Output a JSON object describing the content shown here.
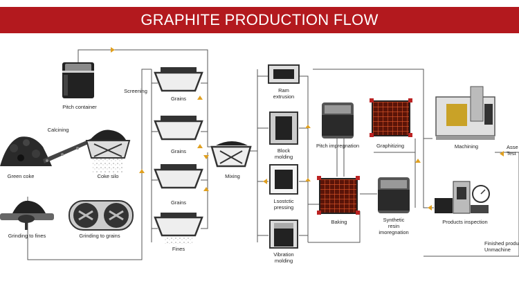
{
  "title": "GRAPHITE PRODUCTION FLOW",
  "colors": {
    "banner": "#b3191e",
    "banner_text": "#ffffff",
    "line": "#555555",
    "arrow": "#e0a020",
    "equipment": "#333333",
    "furnace": "#8a1f12",
    "glow": "#e0562a"
  },
  "labels": {
    "pitch_container": "Pitch container",
    "calcining": "Calcining",
    "green_coke": "Green coke",
    "coke_silo": "Coke silo",
    "grinding_fines": "Grinding to fines",
    "grinding_grains": "Grinding to grains",
    "screening": "Screening",
    "grains1": "Grains",
    "grains2": "Grains",
    "grains3": "Grains",
    "fines": "Fines",
    "mixing": "Mixing",
    "ram_extrusion": "Ram\nextrusion",
    "block_molding": "Block\nmolding",
    "isostatic_pressing": "Lsostctic\npressing",
    "vibration_molding": "Vibration\nmolding",
    "pitch_impregnation": "Pitch impregnation",
    "graphitizing": "Graphitizing",
    "baking": "Baking",
    "synthetic_resin": "Synthetic\nresin\nimoregnation",
    "machining": "Machining",
    "products_inspection": "Products inspection",
    "assembly_test": "Asse\nTest",
    "finished_products": "Finished produ\nUnmachine"
  }
}
